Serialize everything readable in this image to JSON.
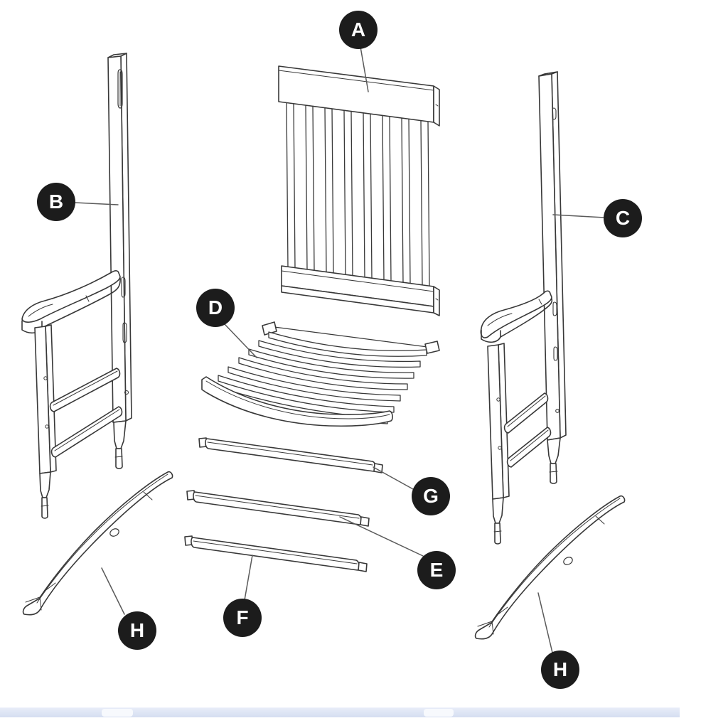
{
  "figure": {
    "kind": "exploded-assembly-diagram",
    "subject": "rocking chair parts"
  },
  "callouts": [
    {
      "letter": "A",
      "part": "back-panel"
    },
    {
      "letter": "B",
      "part": "left-side-frame"
    },
    {
      "letter": "C",
      "part": "right-side-frame"
    },
    {
      "letter": "D",
      "part": "seat"
    },
    {
      "letter": "G",
      "part": "upper-stretcher-rail"
    },
    {
      "letter": "E",
      "part": "middle-stretcher-rail"
    },
    {
      "letter": "F",
      "part": "lower-stretcher-rail"
    },
    {
      "letter": "H",
      "part": "left-rocker-runner"
    },
    {
      "letter": "H",
      "part": "right-rocker-runner"
    }
  ],
  "colors": {
    "background": "#ffffff",
    "line": "#383838",
    "leader_line": "#5a5a5a",
    "callout_bg": "#1c1c1c",
    "callout_text": "#ffffff",
    "bottom_strip": "#d5def1"
  }
}
